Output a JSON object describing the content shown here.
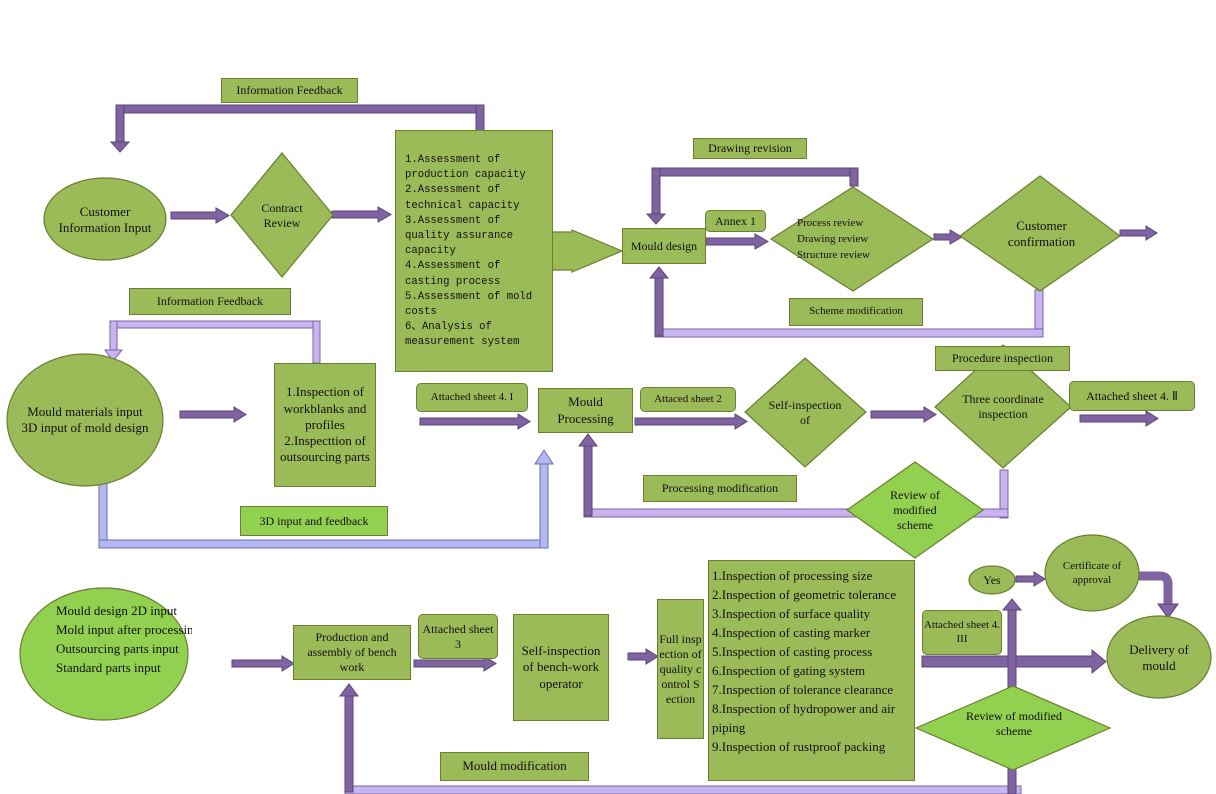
{
  "feedback_top": "Information Feedback",
  "customer_input": "Customer Information Input",
  "contract_review": "Contract Review",
  "assessment_items": [
    "1.Assessment of production capacity",
    "2.Assessment of technical capacity",
    "3.Assessment of quality assurance capacity",
    "4.Assessment of casting process",
    "5.Assessment of mold costs",
    "6、Analysis of measurement system"
  ],
  "drawing_revision": "Drawing revision",
  "annex1": "Annex 1",
  "mould_design": "Mould design",
  "reviews": [
    "Process review",
    "Drawing review",
    "Structure review"
  ],
  "customer_confirmation": "Customer confirmation",
  "scheme_modification": "Scheme modification",
  "feedback_mid": "Information Feedback",
  "mould_materials": "Mould materials input\n3D input of mold design",
  "inspection_blanks": "1.Inspection of workblanks and profiles\n2.Inspecttion of outsourcing parts",
  "procedure_inspection": "Procedure inspection",
  "attached_4_1": "Attached sheet 4. I",
  "mould_processing": "Mould Processing",
  "attached_2": "Attaced sheet 2",
  "self_inspection": "Self-inspection of",
  "three_coordinate": "Three coordinate inspection",
  "attached_4_2": "Attached sheet 4. Ⅱ",
  "processing_modification": "Processing modification",
  "review_modified_1": "Review of modified scheme",
  "input_feedback_3d": "3D input and feedback",
  "inputs_2d": [
    "Mould design 2D input",
    "Mold input after processing",
    "Outsourcing parts input",
    "Standard parts input"
  ],
  "production_assembly": "Production and assembly of bench work",
  "attached_3": "Attached sheet 3",
  "self_inspection_bench": "Self-inspection of bench-work operator",
  "full_inspection": "Full inspection of quality control Section",
  "quality_items": [
    "1.Inspection of processing size",
    "2.Inspection of geometric tolerance",
    "3.Inspection of surface quality",
    "4.Inspection of casting marker",
    "5.Inspection of casting process",
    "6.Inspection of gating system",
    "7.Inspection of tolerance clearance",
    "8.Inspection of hydropower and air piping",
    "9.Inspection of rustproof packing"
  ],
  "yes": "Yes",
  "certificate": "Certificate of approval",
  "attached_4_3": "Attached sheet 4. III",
  "delivery": "Delivery of mould",
  "review_modified_2": "Review of modified scheme",
  "mould_modification": "Mould modification",
  "colors": {
    "shape_green": "#9bbb59",
    "bright_green": "#92d050",
    "arrow_purple": "#8064a2",
    "lilac": "#c8b4ee",
    "blue_lilac": "#b4b8f0"
  }
}
